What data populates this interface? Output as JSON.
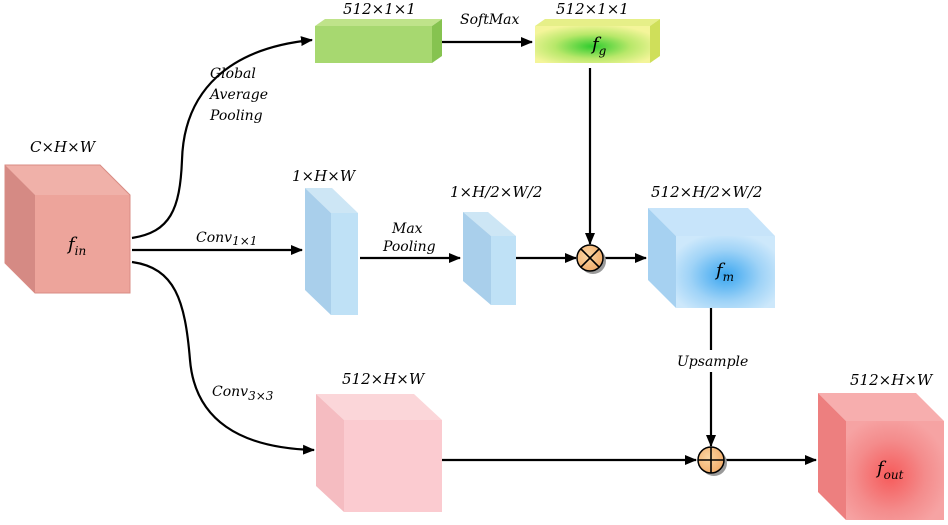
{
  "blocks": {
    "input": {
      "dims": "C×H×W",
      "symbol": "f",
      "sub": "in"
    },
    "global_feat": {
      "dims": "512×1×1"
    },
    "softmax_out": {
      "dims": "512×1×1",
      "symbol": "f",
      "sub": "g"
    },
    "conv1_out": {
      "dims": "1×H×W"
    },
    "pool_out": {
      "dims": "1×H/2×W/2"
    },
    "mult_out": {
      "dims": "512×H/2×W/2",
      "symbol": "f",
      "sub": "m"
    },
    "conv3_out": {
      "dims": "512×H×W"
    },
    "output": {
      "dims": "512×H×W",
      "symbol": "f",
      "sub": "out"
    }
  },
  "edges": {
    "gap": {
      "line1": "Global",
      "line2": "Average",
      "line3": "Pooling"
    },
    "softmax": {
      "label": "SoftMax"
    },
    "conv1": {
      "label": "Conv",
      "sub": "1×1"
    },
    "maxpool": {
      "line1": "Max",
      "line2": "Pooling"
    },
    "conv3": {
      "label": "Conv",
      "sub": "3×3"
    },
    "upsample": {
      "label": "Upsample"
    }
  },
  "operators": {
    "multiply": "⊗",
    "add": "⊕"
  }
}
